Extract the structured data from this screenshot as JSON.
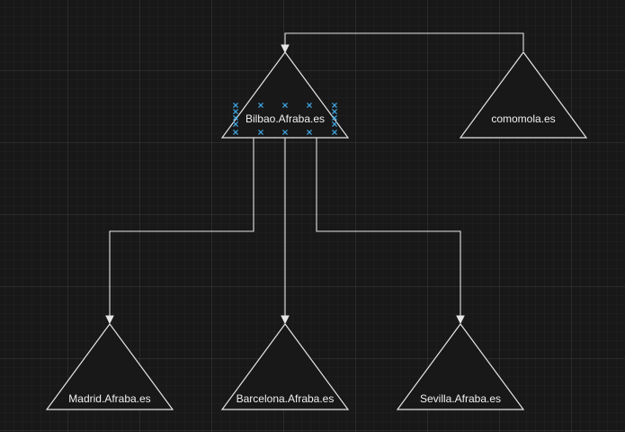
{
  "diagram": {
    "nodes": [
      {
        "id": "bilbao",
        "label": "Bilbao.Afraba.es",
        "shape": "triangle",
        "selected": true
      },
      {
        "id": "comomola",
        "label": "comomola.es",
        "shape": "triangle",
        "selected": false
      },
      {
        "id": "madrid",
        "label": "Madrid.Afraba.es",
        "shape": "triangle",
        "selected": false
      },
      {
        "id": "barcelona",
        "label": "Barcelona.Afraba.es",
        "shape": "triangle",
        "selected": false
      },
      {
        "id": "sevilla",
        "label": "Sevilla.Afraba.es",
        "shape": "triangle",
        "selected": false
      }
    ],
    "edges": [
      {
        "from": "comomola",
        "to": "bilbao"
      },
      {
        "from": "bilbao",
        "to": "madrid"
      },
      {
        "from": "bilbao",
        "to": "barcelona"
      },
      {
        "from": "bilbao",
        "to": "sevilla"
      }
    ],
    "colors": {
      "background": "#181818",
      "stroke": "#e6e6e6",
      "selection": "#3fa3e0"
    }
  }
}
